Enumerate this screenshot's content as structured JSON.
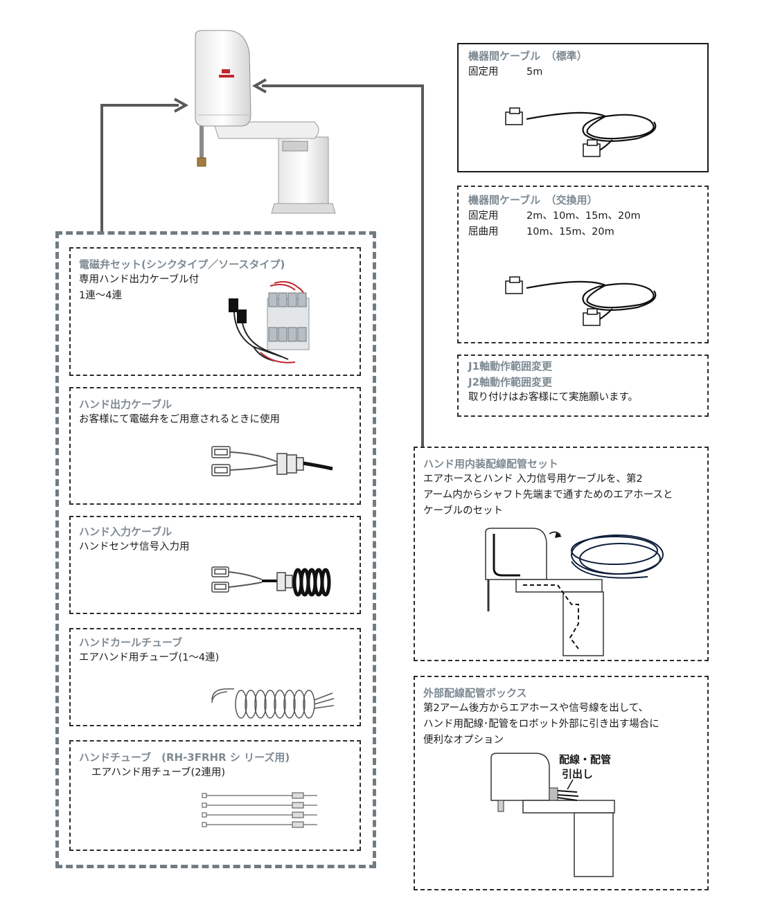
{
  "robot": {
    "icon": "scara-robot-icon"
  },
  "connectors": {
    "color": "#58595b",
    "group_border_color": "#707b82"
  },
  "standard_cable": {
    "title": "機器間ケーブル　（標準）",
    "spec_label": "固定用",
    "spec_value": "5m",
    "icon": "cable-icon"
  },
  "replacement_cable": {
    "title": "機器間ケーブル　（交換用）",
    "rows": [
      {
        "label": "固定用",
        "value": "2m、10m、15m、20m"
      },
      {
        "label": "屈曲用",
        "value": "10m、15m、20m"
      }
    ],
    "icon": "cable-icon"
  },
  "range_change": {
    "title_j1": "J1軸動作範囲変更",
    "title_j2": "J2軸動作範囲変更",
    "note": "取り付けはお客様にて実施願います。"
  },
  "internal_wiring": {
    "title": "ハンド用内装配線配管セット",
    "lines": [
      "エアホースとハンド 入力信号用ケーブルを、第2",
      "アーム内からシャフト先端まで通すためのエアホースと",
      "ケーブルのセット"
    ],
    "icon": "robot-wiring-icon"
  },
  "external_box": {
    "title": "外部配線配管ボックス",
    "lines": [
      "第2アーム後方からエアホースや信号線を出して、",
      "ハンド用配線･配管をロボット外部に引き出す場合に",
      "便利なオプション"
    ],
    "callout_line1": "配線・配管",
    "callout_line2": "引出し",
    "icon": "robot-box-icon"
  },
  "solenoid": {
    "title": "電磁弁セット(シンクタイプ／ソースタイプ)",
    "line1": "専用ハンド出力ケーブル付",
    "line2": "1連～4連",
    "icon": "solenoid-valve-icon"
  },
  "hand_output": {
    "title": "ハンド出力ケーブル",
    "desc": "お客様にて電磁弁をご用意されるときに使用",
    "icon": "hand-output-cable-icon"
  },
  "hand_input": {
    "title": "ハンド入力ケーブル",
    "desc": "ハンドセンサ信号入力用",
    "icon": "hand-input-cable-icon"
  },
  "curl_tube": {
    "title": "ハンドカールチューブ",
    "desc": "エアハンド用チューブ(1～4連)",
    "icon": "curl-tube-icon"
  },
  "hand_tube": {
    "title": "ハンドチューブ　(RH-3FRHR シ リーズ用)",
    "desc": "エアハンド用チューブ(2連用)",
    "icon": "hand-tube-icon"
  }
}
